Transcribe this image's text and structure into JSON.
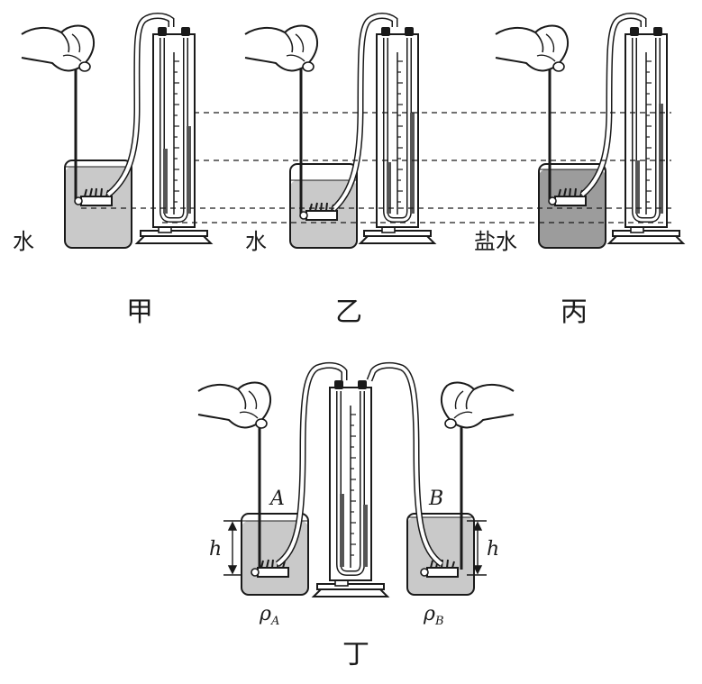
{
  "panels": {
    "jia": {
      "caption": "甲",
      "liquid": "水"
    },
    "yi": {
      "caption": "乙",
      "liquid": "水"
    },
    "bing": {
      "caption": "丙",
      "liquid": "盐水"
    },
    "ding": {
      "caption": "丁",
      "left": {
        "label": "A",
        "depth_symbol": "h",
        "density_symbol": "ρ",
        "density_sub": "A"
      },
      "right": {
        "label": "B",
        "depth_symbol": "h",
        "density_symbol": "ρ",
        "density_sub": "B"
      }
    }
  },
  "colors": {
    "ink": "#1a1a1a",
    "water": "#c9c9c9",
    "brine": "#9c9c9c",
    "column": "#555555"
  },
  "icons": [
    "hand-icon",
    "probe-icon",
    "u-tube-manometer-icon",
    "beaker-icon"
  ]
}
